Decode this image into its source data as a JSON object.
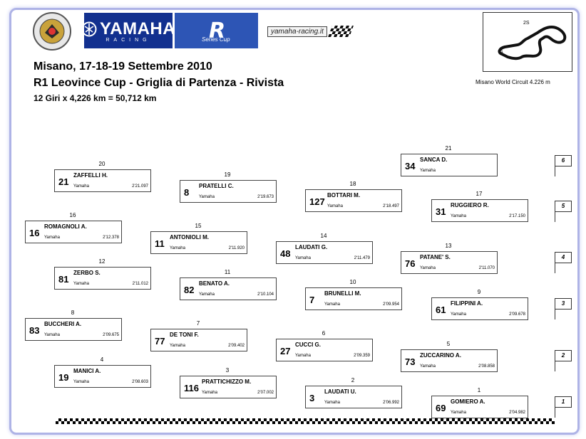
{
  "header": {
    "title": "Misano, 17-18-19 Settembre 2010",
    "subtitle": "R1 Leovince Cup - Griglia di Partenza - Rivista",
    "distance": "12 Giri x 4,226 km = 50,712 km"
  },
  "logos": {
    "yamaha": "YAMAHA",
    "yamaha_sub": "RACING",
    "r_series": "R",
    "r_series_sub": "Series Cup",
    "website": "yamaha-racing.it"
  },
  "circuit": {
    "label": "Misano World Circuit 4.226 m",
    "turn_first": "1",
    "turn_last": "2S"
  },
  "row_markers": [
    "6",
    "5",
    "4",
    "3",
    "2",
    "1"
  ],
  "grid": [
    {
      "pos": "21",
      "num": "34",
      "name": "SANCA D.",
      "moto": "Yamaha",
      "time": ""
    },
    {
      "pos": "20",
      "num": "21",
      "name": "ZAFFELLI H.",
      "moto": "Yamaha",
      "time": "2'21.097"
    },
    {
      "pos": "19",
      "num": "8",
      "name": "PRATELLI C.",
      "moto": "Yamaha",
      "time": "2'19.673"
    },
    {
      "pos": "18",
      "num": "127",
      "name": "BOTTARI M.",
      "moto": "Yamaha",
      "time": "2'18.497"
    },
    {
      "pos": "17",
      "num": "31",
      "name": "RUGGIERO R.",
      "moto": "Yamaha",
      "time": "2'17.150"
    },
    {
      "pos": "16",
      "num": "16",
      "name": "ROMAGNOLI A.",
      "moto": "Yamaha",
      "time": "2'12.378"
    },
    {
      "pos": "15",
      "num": "11",
      "name": "ANTONIOLI M.",
      "moto": "Yamaha",
      "time": "2'11.920"
    },
    {
      "pos": "14",
      "num": "48",
      "name": "LAUDATI G.",
      "moto": "Yamaha",
      "time": "2'11.479"
    },
    {
      "pos": "13",
      "num": "76",
      "name": "PATANE' S.",
      "moto": "Yamaha",
      "time": "2'11.070"
    },
    {
      "pos": "12",
      "num": "81",
      "name": "ZERBO S.",
      "moto": "Yamaha",
      "time": "2'11.012"
    },
    {
      "pos": "11",
      "num": "82",
      "name": "BENATO A.",
      "moto": "Yamaha",
      "time": "2'10.104"
    },
    {
      "pos": "10",
      "num": "7",
      "name": "BRUNELLI M.",
      "moto": "Yamaha",
      "time": "2'09.954"
    },
    {
      "pos": "9",
      "num": "61",
      "name": "FILIPPINI A.",
      "moto": "Yamaha",
      "time": "2'09.678"
    },
    {
      "pos": "8",
      "num": "83",
      "name": "BUCCHERI A.",
      "moto": "Yamaha",
      "time": "2'09.675"
    },
    {
      "pos": "7",
      "num": "77",
      "name": "DE TONI F.",
      "moto": "Yamaha",
      "time": "2'09.402"
    },
    {
      "pos": "6",
      "num": "27",
      "name": "CUCCI G.",
      "moto": "Yamaha",
      "time": "2'09.359"
    },
    {
      "pos": "5",
      "num": "73",
      "name": "ZUCCARINO A.",
      "moto": "Yamaha",
      "time": "2'08.858"
    },
    {
      "pos": "4",
      "num": "19",
      "name": "MANICI A.",
      "moto": "Yamaha",
      "time": "2'08.603"
    },
    {
      "pos": "3",
      "num": "116",
      "name": "PRATTICHIZZO M.",
      "moto": "Yamaha",
      "time": "2'07.002"
    },
    {
      "pos": "2",
      "num": "3",
      "name": "LAUDATI U.",
      "moto": "Yamaha",
      "time": "2'06.992"
    },
    {
      "pos": "1",
      "num": "69",
      "name": "GOMIERO A.",
      "moto": "Yamaha",
      "time": "2'04.982"
    }
  ]
}
